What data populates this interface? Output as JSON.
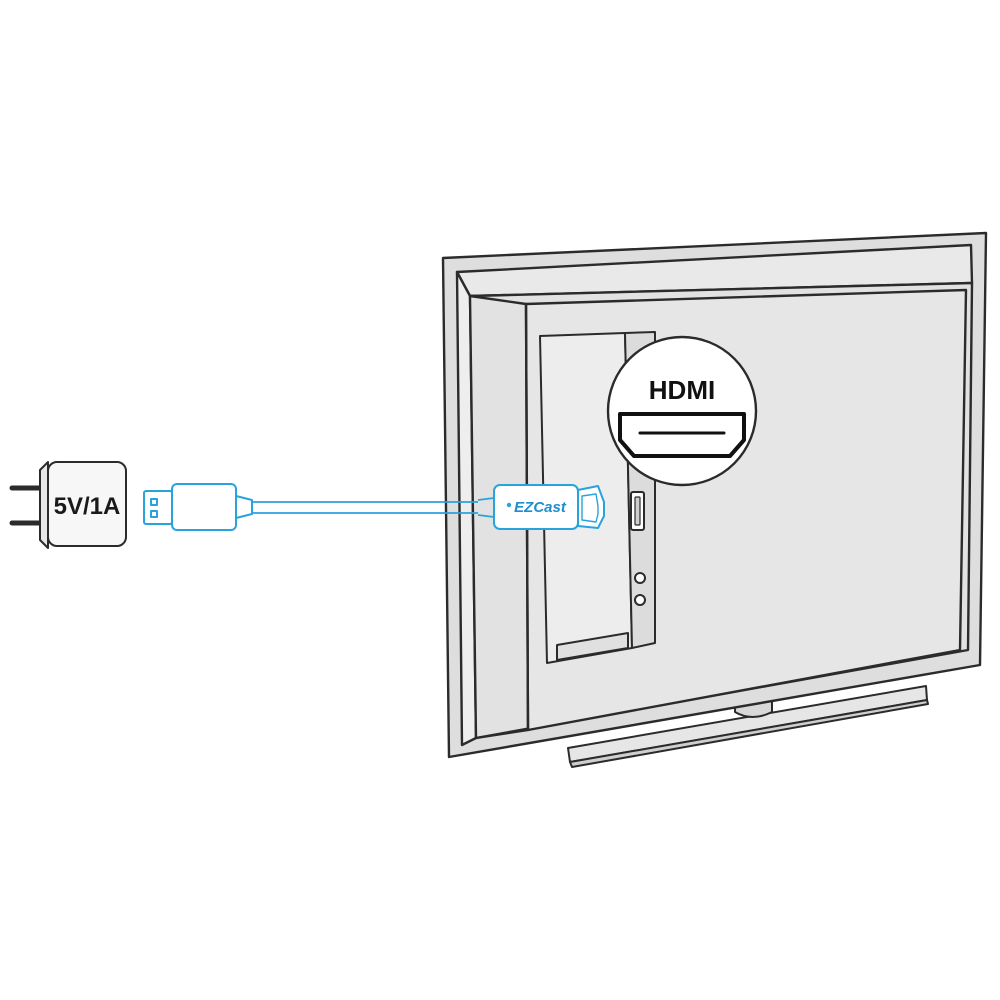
{
  "power_adapter": {
    "rating": "5V/1A"
  },
  "dongle": {
    "brand": "EZCast"
  },
  "callout": {
    "port_label": "HDMI"
  },
  "colors": {
    "line": "#2b2b2b",
    "tv_fill": "#e3e3e3",
    "panel_fill": "#ececec",
    "cable_blue": "#29a3dc",
    "brand_text": "#1f8fcc",
    "background": "#ffffff"
  },
  "icons": [
    "wall-plug-icon",
    "usb-connector-icon",
    "hdmi-port-icon"
  ]
}
